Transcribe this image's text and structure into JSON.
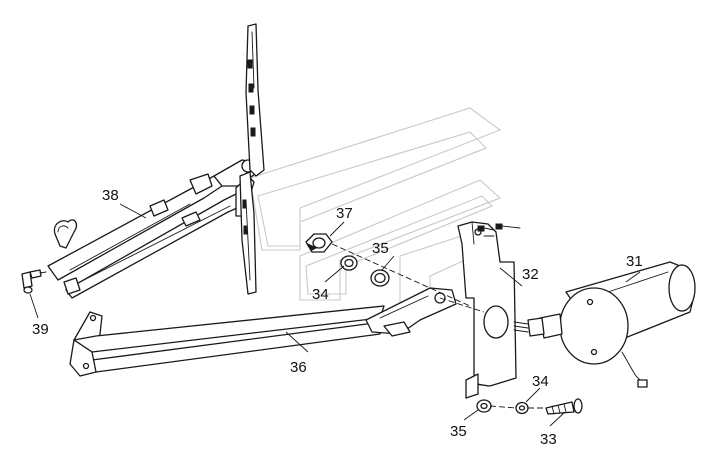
{
  "callouts": {
    "c31": "31",
    "c32": "32",
    "c33": "33",
    "c34a": "34",
    "c34b": "34",
    "c35a": "35",
    "c35b": "35",
    "c36": "36",
    "c37": "37",
    "c38": "38",
    "c39": "39"
  },
  "icons": {
    "watermark": "chevron-watermark-icon"
  },
  "colors": {
    "line": "#1a1a1a",
    "watermark": "#c8c8c8",
    "background": "#ffffff"
  }
}
